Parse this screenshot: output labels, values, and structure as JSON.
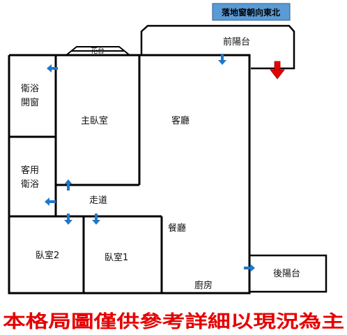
{
  "note": "落地窗朝向東北",
  "rooms": {
    "front_balcony": "前陽台",
    "flower_bed": "花台",
    "bath_open_window": [
      "衛浴",
      "開窗"
    ],
    "master_bedroom": "主臥室",
    "living_room": "客廳",
    "guest_bath": [
      "客用",
      "衛浴"
    ],
    "hallway": "走道",
    "dining_room": "餐廳",
    "bedroom2": "臥室2",
    "bedroom1": "臥室1",
    "kitchen": "廚房",
    "back_balcony": "後陽台"
  },
  "disclaimer": "本格局圖僅供參考詳細以現況為主",
  "colors": {
    "wall": "#000000",
    "note_fill": "#5b9bd5",
    "door_arrow": "#1f77c8",
    "entry_arrow": "#e60000",
    "disclaimer": "#e60000"
  },
  "icons": {
    "door_arrow": "arrow-icon",
    "entry_arrow": "entry-arrow-icon"
  }
}
